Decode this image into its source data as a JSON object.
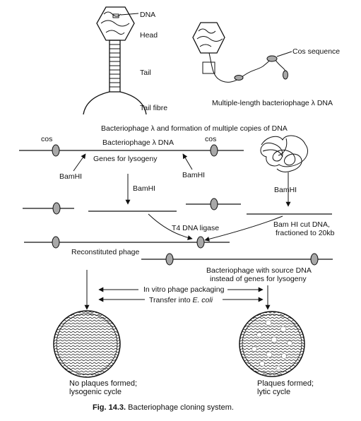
{
  "phage": {
    "dna_label": "DNA",
    "head_label": "Head",
    "tail_label": "Tail",
    "tail_fibre_label": "Tail fibre"
  },
  "concatemer": {
    "cos_sequence_label": "Cos sequence",
    "caption": "Multiple-length bacteriophage λ DNA"
  },
  "section_title": "Bacteriophage λ and formation of multiple copies of DNA",
  "lambda": {
    "title": "Bacteriophage λ DNA",
    "cos_left": "cos",
    "cos_right": "cos",
    "genes_label": "Genes for lysogeny",
    "bamhi_left": "BamHI",
    "bamhi_right": "BamHI",
    "bamhi_arrow_left": "BamHI",
    "bamhi_arrow_right": "BamHI"
  },
  "ligation": {
    "ligase_label": "T4 DNA ligase",
    "cut_dna_line1": "Bam HI cut DNA,",
    "cut_dna_line2": "fractioned to 20kb",
    "reconstituted_label": "Reconstituted phage",
    "source_line1": "Bacteriophage with source DNA",
    "source_line2": "instead of genes for lysogeny"
  },
  "steps": {
    "packaging": "In vitro phage packaging",
    "transfer_prefix": "Transfer into ",
    "transfer_organism": "E. coli"
  },
  "outcomes": {
    "left_line1": "No plaques formed;",
    "left_line2": "lysogenic cycle",
    "right_line1": "Plaques formed;",
    "right_line2": "lytic cycle"
  },
  "figure": {
    "number": "Fig. 14.3.",
    "title": " Bacteriophage cloning system."
  }
}
